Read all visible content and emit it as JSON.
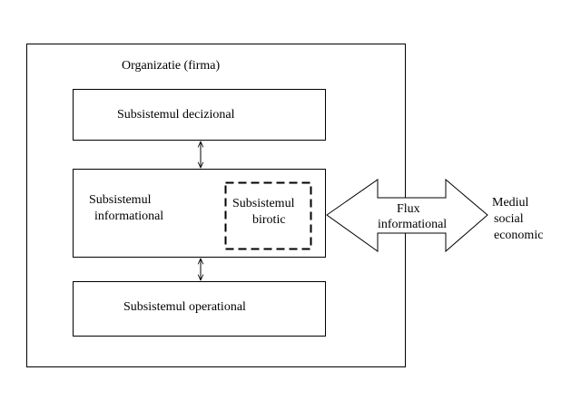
{
  "organization": {
    "title": "Organizatie (firma)"
  },
  "subsystems": {
    "decisional": "Subsistemul decizional",
    "informational_line1": "Subsistemul",
    "informational_line2": "informational",
    "birotic_line1": "Subsistemul",
    "birotic_line2": "birotic",
    "operational": "Subsistemul operational"
  },
  "flow": {
    "line1": "Flux",
    "line2": "informational"
  },
  "environment": {
    "line1": "Mediul",
    "line2": "social",
    "line3": "economic"
  }
}
